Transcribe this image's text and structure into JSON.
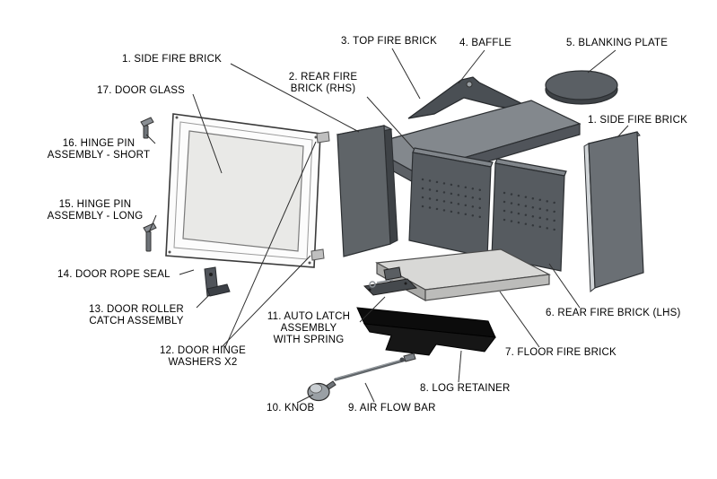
{
  "diagram": {
    "type": "exploded-parts-diagram",
    "subject": "stove / fireplace parts",
    "colors": {
      "background": "#ffffff",
      "leader_line": "#2e2e2e",
      "brick_dark": "#565b60",
      "brick_mid": "#83888d",
      "brick_light": "#d8d8d6",
      "black_part": "#101010",
      "door_frame": "#fcfcfc",
      "glass": "#e9e9e7"
    }
  },
  "labels": [
    {
      "part": "side-fire-brick-left",
      "text": "1. SIDE FIRE BRICK"
    },
    {
      "part": "rear-fire-brick-rhs",
      "text": "2. REAR FIRE\nBRICK (RHS)"
    },
    {
      "part": "top-fire-brick",
      "text": "3. TOP FIRE BRICK"
    },
    {
      "part": "baffle",
      "text": "4. BAFFLE"
    },
    {
      "part": "blanking-plate",
      "text": "5. BLANKING PLATE"
    },
    {
      "part": "rear-fire-brick-lhs",
      "text": "6. REAR FIRE BRICK (LHS)"
    },
    {
      "part": "floor-fire-brick",
      "text": "7. FLOOR FIRE BRICK"
    },
    {
      "part": "log-retainer",
      "text": "8. LOG RETAINER"
    },
    {
      "part": "air-flow-bar",
      "text": "9. AIR FLOW BAR"
    },
    {
      "part": "knob",
      "text": "10. KNOB"
    },
    {
      "part": "auto-latch-assembly",
      "text": "11. AUTO LATCH\nASSEMBLY\nWITH SPRING"
    },
    {
      "part": "door-hinge-washers",
      "text": "12. DOOR HINGE\nWASHERS X2"
    },
    {
      "part": "door-roller-catch-assembly",
      "text": "13. DOOR ROLLER\nCATCH ASSEMBLY"
    },
    {
      "part": "door-rope-seal",
      "text": "14. DOOR ROPE SEAL"
    },
    {
      "part": "hinge-pin-assembly-long",
      "text": "15. HINGE PIN\nASSEMBLY - LONG"
    },
    {
      "part": "hinge-pin-assembly-short",
      "text": "16. HINGE PIN\nASSEMBLY - SHORT"
    },
    {
      "part": "door-glass",
      "text": "17. DOOR GLASS"
    },
    {
      "part": "side-fire-brick-right",
      "text": "1. SIDE FIRE BRICK"
    }
  ]
}
